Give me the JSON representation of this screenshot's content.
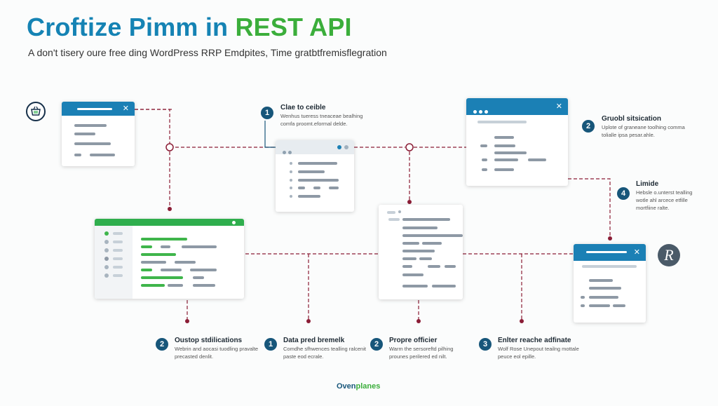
{
  "header": {
    "title_part1": "Croftize Pimm in",
    "title_part2": "REST API",
    "subtitle": "A don't tisery oure free ding WordPress RRP Emdpites, Time gratbtfremisflegration"
  },
  "annotations": [
    {
      "number": "1",
      "title": "Clae to ceible",
      "desc": "Wenhus tueress tneaceae bealhing comfa proomt.eformal delde."
    },
    {
      "number": "2",
      "title": "Gruobl sitsication",
      "desc": "Uplote of graneane toolhing comma tolialle ipsa pesar.ahle."
    },
    {
      "number": "4",
      "title": "Limide",
      "desc": "Hebsle o.unterst tealling wotle ahl arcece etfille mortfiine ralte."
    },
    {
      "number": "2",
      "title": "Oustop stdilications",
      "desc": "Webrin and aocasi tuodling pravalte precasted denlit."
    },
    {
      "number": "1",
      "title": "Data pred bremelk",
      "desc": "Comdhe sfhwences tealling ralcenit paste eod ecrale."
    },
    {
      "number": "2",
      "title": "Propre officier",
      "desc": "Warm the sersoreftd pilhing prounes perilered ed nilt."
    },
    {
      "number": "3",
      "title": "Enlter reache adfinate",
      "desc": "Wolf Rose Unepout teailng mottale peuce eol epille."
    }
  ],
  "icons": {
    "left_icon": "shopping-basket-icon",
    "right_icon": "letter-r-icon",
    "right_icon_letter": "R"
  },
  "footer": {
    "brand_part1": "Oven",
    "brand_part2": "planes"
  },
  "colors": {
    "blue": "#1b80b5",
    "green": "#3bae3b",
    "wire": "#8b1d36",
    "navy": "#17567a"
  }
}
